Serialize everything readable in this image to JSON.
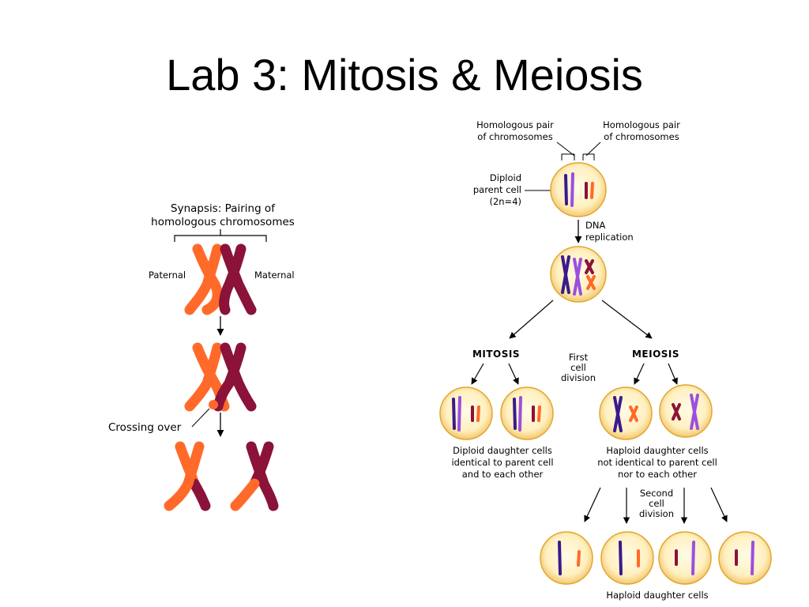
{
  "title": "Lab 3: Mitosis & Meiosis",
  "left_diagram": {
    "synapsis_line1": "Synapsis: Pairing of",
    "synapsis_line2": "homologous chromosomes",
    "paternal": "Paternal",
    "maternal": "Maternal",
    "crossing_over": "Crossing over"
  },
  "right_diagram": {
    "homologous_left_line1": "Homologous pair",
    "homologous_left_line2": "of chromosomes",
    "homologous_right_line1": "Homologous pair",
    "homologous_right_line2": "of chromosomes",
    "diploid_line1": "Diploid",
    "diploid_line2": "parent cell",
    "diploid_line3": "(2n=4)",
    "dna_line1": "DNA",
    "dna_line2": "replication",
    "mitosis": "MITOSIS",
    "meiosis": "MEIOSIS",
    "first_line1": "First",
    "first_line2": "cell",
    "first_line3": "division",
    "mitosis_caption_line1": "Diploid daughter cells",
    "mitosis_caption_line2": "identical to parent cell",
    "mitosis_caption_line3": "and to each other",
    "meiosis_caption_line1": "Haploid daughter cells",
    "meiosis_caption_line2": "not identical to parent cell",
    "meiosis_caption_line3": "nor to each other",
    "second_line1": "Second",
    "second_line2": "cell",
    "second_line3": "division",
    "haploid_caption": "Haploid daughter cells"
  },
  "colors": {
    "paternal_orange": "#ff6a2a",
    "maternal_maroon": "#8b1238",
    "purple_dark": "#3a1a8c",
    "purple_light": "#9b4fe0",
    "cell_fill": "#fff3c8",
    "cell_stroke": "#e0a830"
  }
}
